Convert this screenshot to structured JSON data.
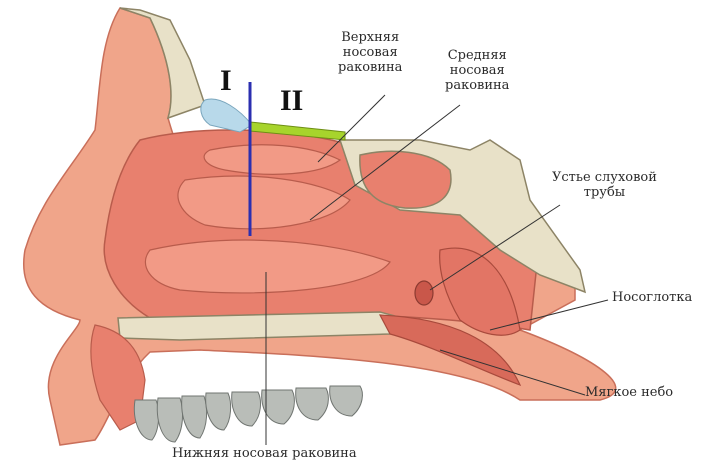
{
  "markers": {
    "region_one": "I",
    "region_two": "II"
  },
  "labels": {
    "superior_turbinate": "Верхняя\nносовая\nраковина",
    "middle_turbinate": "Средняя\nносовая\nраковина",
    "tube_orifice": "Устье слуховой\nтрубы",
    "nasopharynx": "Носоглотка",
    "soft_palate": "Мягкое небо",
    "inferior_turbinate": "Нижняя носовая раковина"
  },
  "colors": {
    "skin": "#f0a58a",
    "mucosa": "#e8806e",
    "bone": "#e8e1c8",
    "frontal_sinus": "#b8d9ea",
    "cribriform_plate": "#a7d42c",
    "division_line": "#2b2fb0",
    "teeth": "#b9bdb8"
  }
}
